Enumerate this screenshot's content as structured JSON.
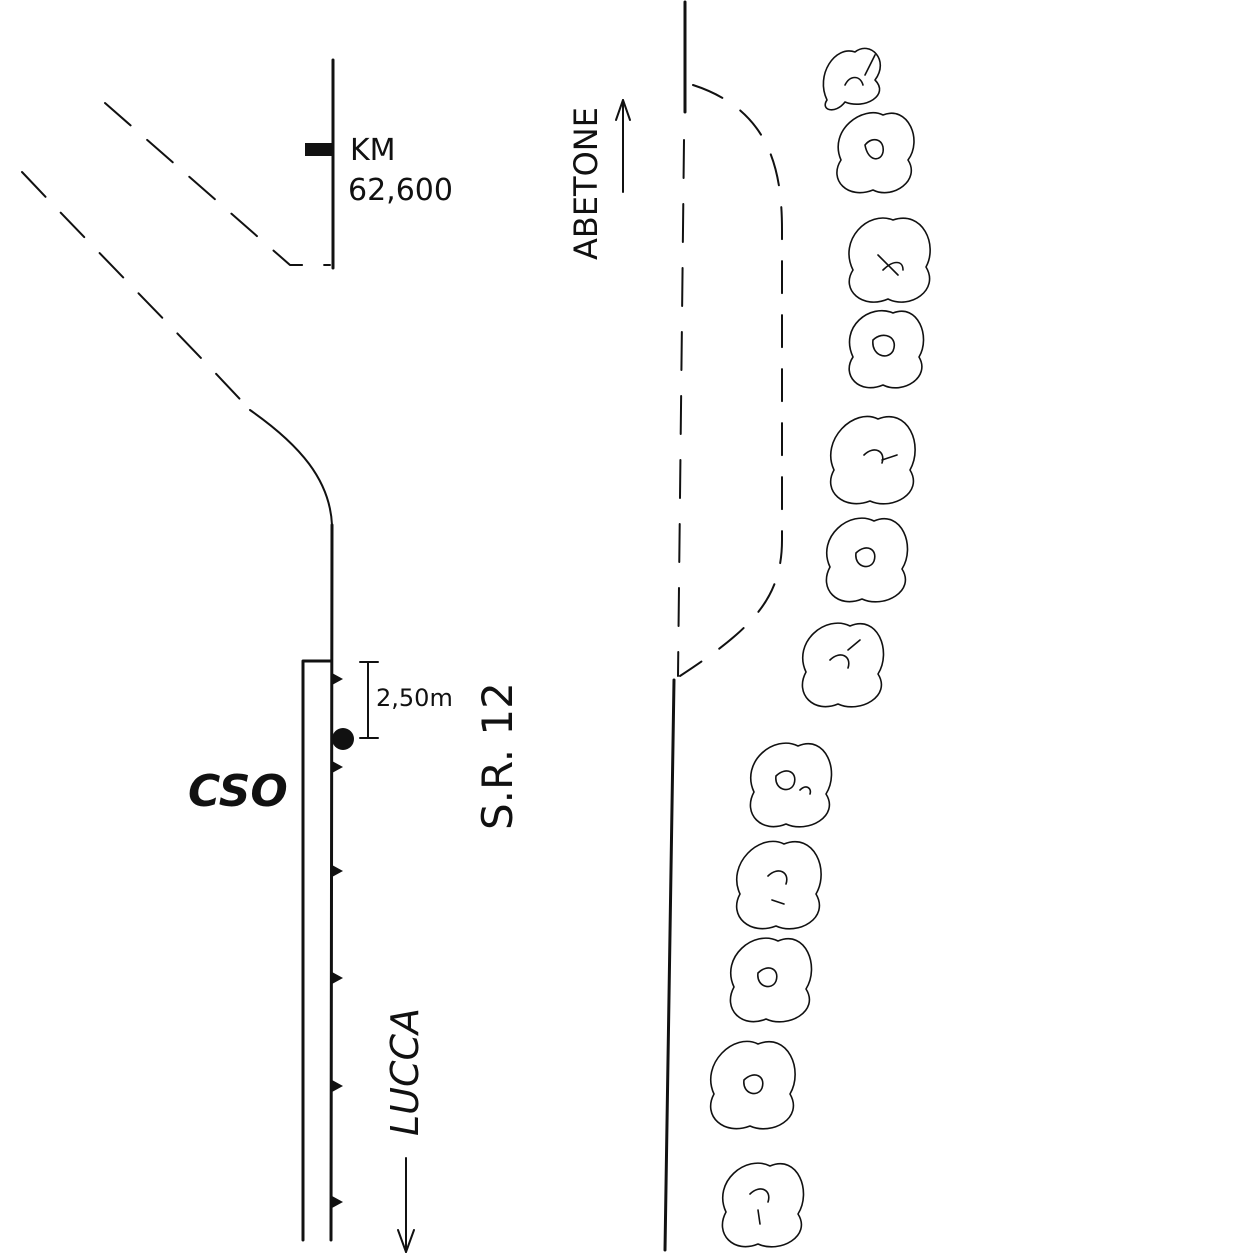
{
  "labels": {
    "km_prefix": "KM",
    "km_value": "62,600",
    "abetone": "ABETONE",
    "road": "S.R. 12",
    "lucca": "LUCCA",
    "distance": "2,50m",
    "station": "CSO"
  },
  "colors": {
    "ink": "#111111",
    "background": "#ffffff"
  },
  "icons": {
    "km-marker": "km-post-icon",
    "station": "filled-circle-icon",
    "trees": "tree-icon",
    "arrows": "arrow-icon"
  }
}
